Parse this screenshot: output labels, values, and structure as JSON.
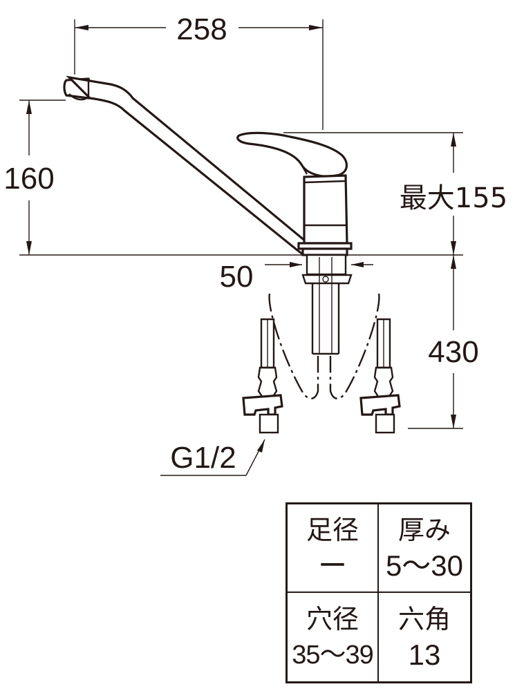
{
  "dimensions": {
    "spout_reach": "258",
    "spout_height": "160",
    "handle_height": "最大155",
    "base_diameter": "50",
    "hose_length": "430",
    "connection_thread": "G1/2"
  },
  "spec_table": [
    {
      "label": "足径",
      "value": "ー"
    },
    {
      "label": "厚み",
      "value": "5〜30"
    },
    {
      "label": "穴径",
      "value": "35〜39"
    },
    {
      "label": "六角",
      "value": "13"
    }
  ]
}
